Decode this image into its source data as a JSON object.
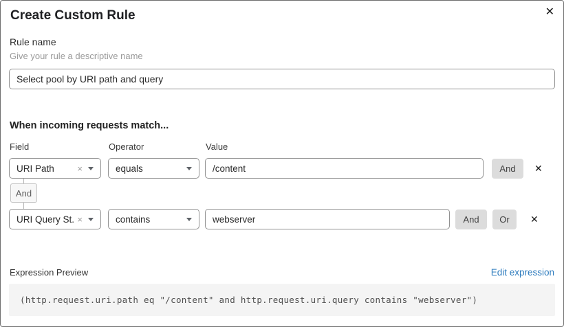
{
  "dialog": {
    "title": "Create Custom Rule"
  },
  "icons": {
    "close": "✕",
    "clear": "×",
    "delete": "✕"
  },
  "rule_name": {
    "label": "Rule name",
    "description": "Give your rule a descriptive name",
    "value": "Select pool by URI path and query"
  },
  "match": {
    "heading": "When incoming requests match...",
    "column_labels": {
      "field": "Field",
      "operator": "Operator",
      "value": "Value"
    },
    "connector": "And",
    "rows": [
      {
        "field": "URI Path",
        "operator": "equals",
        "value": "/content",
        "buttons": [
          "And"
        ]
      },
      {
        "field": "URI Query St...",
        "operator": "contains",
        "value": "webserver",
        "buttons": [
          "And",
          "Or"
        ]
      }
    ]
  },
  "expression": {
    "label": "Expression Preview",
    "edit_link": "Edit expression",
    "code": "(http.request.uri.path eq \"/content\" and http.request.uri.query contains \"webserver\")"
  },
  "colors": {
    "link_blue": "#2e7cbe",
    "button_gray": "#dcdcdc",
    "code_background": "#f4f4f4",
    "border_gray": "#919191"
  }
}
